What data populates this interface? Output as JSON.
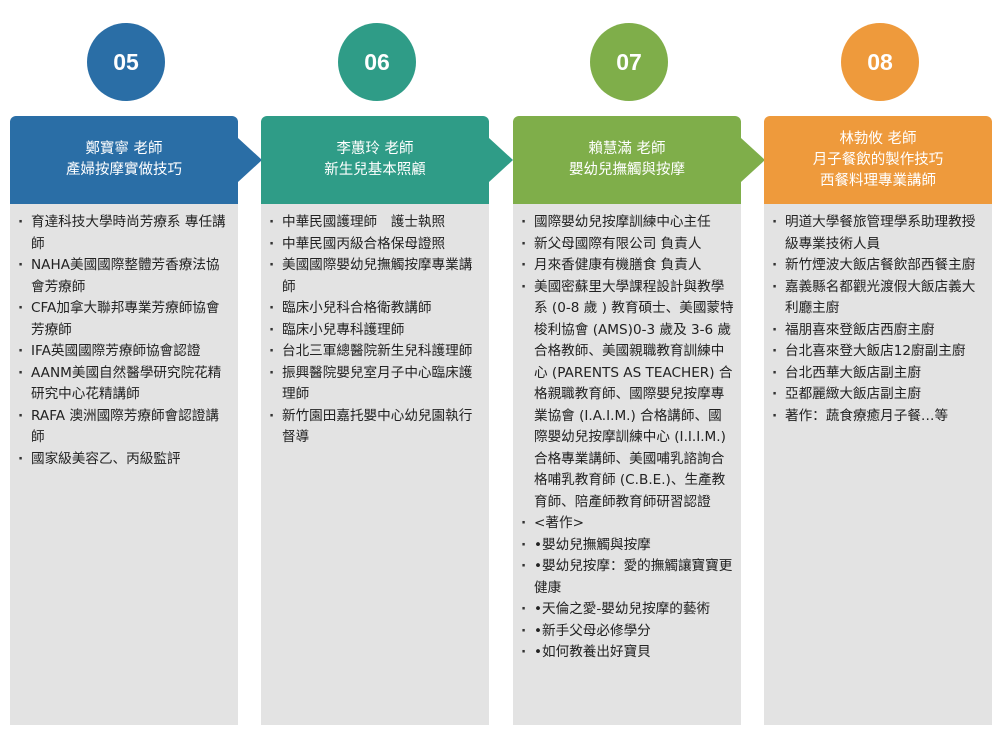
{
  "columns": [
    {
      "number": "05",
      "color": "#2a6ea6",
      "name": "鄭寶寧 老師",
      "subtitle": "產婦按摩實做技巧",
      "subtitle2": "",
      "items": [
        "育達科技大學時尚芳療系 專任講師",
        "NAHA美國國際整體芳香療法協會芳療師",
        "CFA加拿大聯邦專業芳療師協會芳療師",
        "IFA英國國際芳療師協會認證",
        "AANM美國自然醫學研究院花精研究中心花精講師",
        "RAFA 澳洲國際芳療師會認證講師",
        "國家級美容乙、丙級監評"
      ]
    },
    {
      "number": "06",
      "color": "#2f9c87",
      "name": "李蕙玲 老師",
      "subtitle": "新生兒基本照顧",
      "subtitle2": "",
      "items": [
        "中華民國護理師　護士執照",
        "中華民國丙級合格保母證照",
        "美國國際嬰幼兒撫觸按摩專業講師",
        "臨床小兒科合格衛教講師",
        "臨床小兒專科護理師",
        "台北三軍總醫院新生兒科護理師",
        "振興醫院嬰兒室月子中心臨床護理師",
        "新竹園田嘉托嬰中心幼兒園執行督導"
      ]
    },
    {
      "number": "07",
      "color": "#7fae4a",
      "name": "賴慧滿 老師",
      "subtitle": "嬰幼兒撫觸與按摩",
      "subtitle2": "",
      "items": [
        "國際嬰幼兒按摩訓練中心主任",
        "新父母國際有限公司 負責人",
        "月來香健康有機膳食 負責人",
        "美國密蘇里大學課程設計與教學系 (0-8 歲 ) 教育碩士、美國蒙特梭利協會 (AMS)0-3 歲及 3-6 歲合格教師、美國親職教育訓練中心 (PARENTS AS TEACHER) 合格親職教育師、國際嬰兒按摩專業協會 (I.A.I.M.) 合格講師、國際嬰幼兒按摩訓練中心 (I.I.I.M.) 合格專業講師、美國哺乳諮詢合格哺乳教育師 (C.B.E.)、生產教育師、陪產師教育師研習認證",
        "<著作>",
        "•嬰幼兒撫觸與按摩",
        "•嬰幼兒按摩：愛的撫觸讓寶寶更健康",
        "•天倫之愛-嬰幼兒按摩的藝術",
        "•新手父母必修學分",
        "•如何教養出好寶貝"
      ]
    },
    {
      "number": "08",
      "color": "#ee9a3c",
      "name": "林勃攸 老師",
      "subtitle": "月子餐飲的製作技巧",
      "subtitle2": "西餐料理專業講師",
      "items": [
        "明道大學餐旅管理學系助理教授級專業技術人員",
        "新竹煙波大飯店餐飲部西餐主廚",
        "嘉義縣名都觀光渡假大飯店義大利廳主廚",
        "福朋喜來登飯店西廚主廚",
        "台北喜來登大飯店12廚副主廚",
        "台北西華大飯店副主廚",
        "亞都麗緻大飯店副主廚",
        "著作：蔬食療癒月子餐…等"
      ]
    }
  ]
}
